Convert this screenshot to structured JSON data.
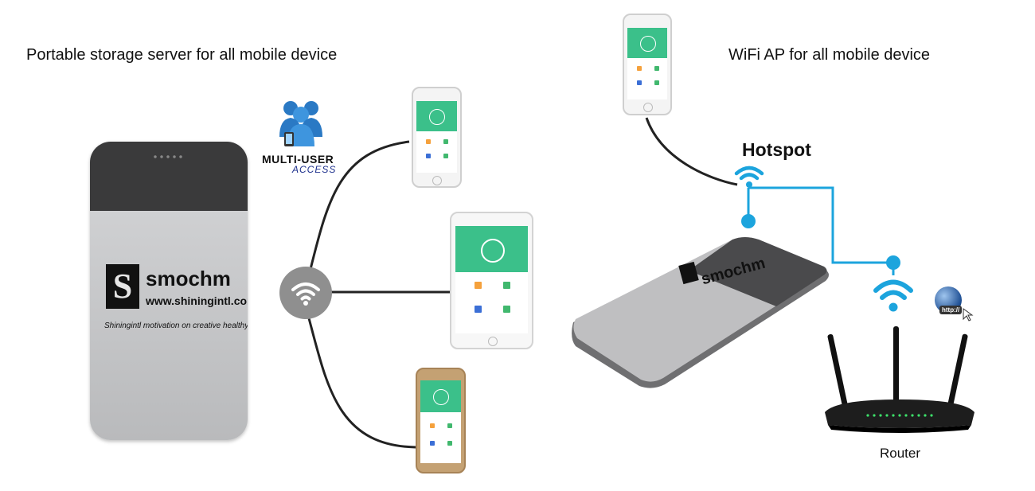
{
  "left": {
    "heading": "Portable storage server for all mobile device",
    "badge": {
      "line1": "MULTI-USER",
      "line2": "ACCESS"
    },
    "device": {
      "brand": "smochm",
      "url": "www.shiningintl.com",
      "tagline": "Shiningintl motivation on creative healthy movement"
    },
    "hub_icon": "wifi-icon"
  },
  "right": {
    "heading": "WiFi AP for all mobile device",
    "hotspot_label": "Hotspot",
    "router_label": "Router",
    "device_brand": "smochm",
    "internet_badge": "http://"
  },
  "colors": {
    "link_blue": "#1ca4dd",
    "app_green": "#3bc08a",
    "cable": "#222222",
    "wifi_hub": "#8f8f8f"
  }
}
